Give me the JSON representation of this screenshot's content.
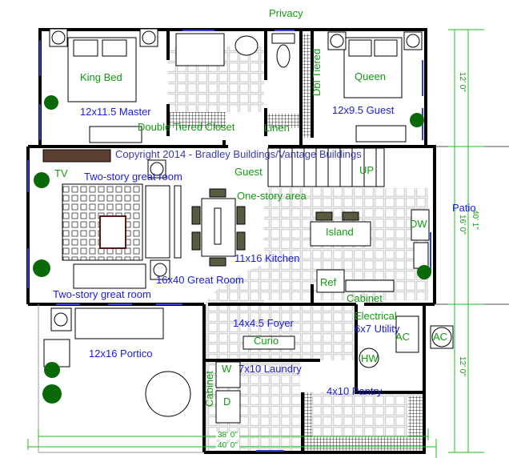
{
  "title": "Floor plan",
  "copyright": "Copyright 2014 - Bradley Buildings/Vantage Buildings",
  "colors": {
    "wall": "#000000",
    "room_label": "#1a1ae0",
    "feature_label": "#109a10",
    "dimension": "#22bb22",
    "tile": "#d8d8d8",
    "plant": "#0a6a0a"
  },
  "rooms": {
    "master": "12x11.5 Master",
    "guest_bedroom": "12x9.5 Guest",
    "great_room": "16x40 Great Room",
    "kitchen": "11x16 Kitchen",
    "foyer": "14x4.5 Foyer",
    "utility": "6x7 Utility",
    "portico": "12x16 Portico",
    "laundry": "7x10 Laundry",
    "pantry": "4x10 Pantry",
    "patio": "Patio"
  },
  "features": {
    "privacy": "Privacy",
    "king_bed": "King Bed",
    "queen": "Queen",
    "dbl_tiered": "Dbl Tiered",
    "double_tiered_closet": "Double Tiered Closet",
    "linen": "Linen",
    "tv": "TV",
    "two_story_top": "Two-story great room",
    "two_story_bottom": "Two-story great room",
    "guest_bath": "Guest",
    "up": "UP",
    "one_story": "One-story area",
    "island": "Island",
    "dw": "DW",
    "ref": "Ref",
    "cabinet_kitchen": "Cabinet",
    "electrical": "Electrical",
    "ac_inside": "AC",
    "ac_outside": "AC",
    "curio": "Curio",
    "hw": "HW",
    "washer": "W",
    "dryer": "D",
    "cabinet_laundry": "Cabinet"
  },
  "dimensions": {
    "width_inner": "38' 0\"",
    "width_outer": "40' 0\"",
    "depth_top": "12' 0\"",
    "depth_middle": "16' 0\"",
    "depth_total": "40' 1\"",
    "depth_bottom": "12' 0\""
  }
}
